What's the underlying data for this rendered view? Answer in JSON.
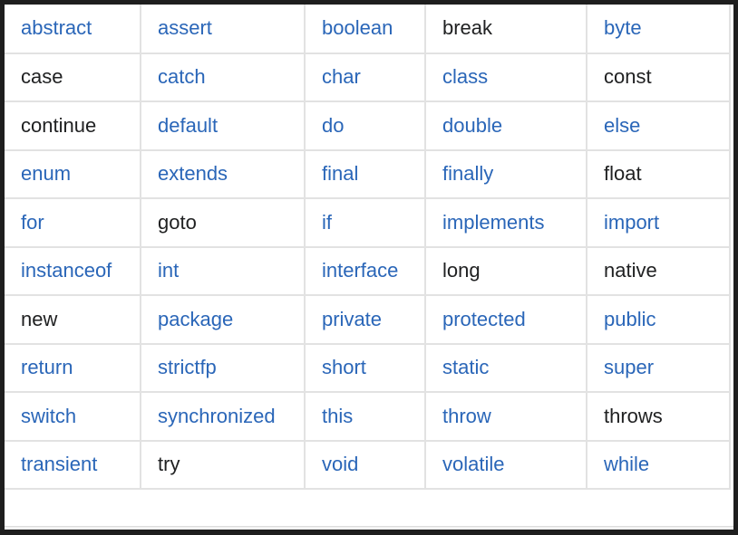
{
  "colors": {
    "link": "#2a66b8",
    "text": "#202122",
    "border": "#e2e2e2",
    "frame": "#1e1e1e"
  },
  "rows": [
    [
      {
        "text": "abstract",
        "link": true
      },
      {
        "text": "assert",
        "link": true
      },
      {
        "text": "boolean",
        "link": true
      },
      {
        "text": "break",
        "link": false
      },
      {
        "text": "byte",
        "link": true
      }
    ],
    [
      {
        "text": "case",
        "link": false
      },
      {
        "text": "catch",
        "link": true
      },
      {
        "text": "char",
        "link": true
      },
      {
        "text": "class",
        "link": true
      },
      {
        "text": "const",
        "link": false
      }
    ],
    [
      {
        "text": "continue",
        "link": false
      },
      {
        "text": "default",
        "link": true
      },
      {
        "text": "do",
        "link": true
      },
      {
        "text": "double",
        "link": true
      },
      {
        "text": "else",
        "link": true
      }
    ],
    [
      {
        "text": "enum",
        "link": true
      },
      {
        "text": "extends",
        "link": true
      },
      {
        "text": "final",
        "link": true
      },
      {
        "text": "finally",
        "link": true
      },
      {
        "text": "float",
        "link": false
      }
    ],
    [
      {
        "text": "for",
        "link": true
      },
      {
        "text": "goto",
        "link": false
      },
      {
        "text": "if",
        "link": true
      },
      {
        "text": "implements",
        "link": true
      },
      {
        "text": "import",
        "link": true
      }
    ],
    [
      {
        "text": "instanceof",
        "link": true
      },
      {
        "text": "int",
        "link": true
      },
      {
        "text": "interface",
        "link": true
      },
      {
        "text": "long",
        "link": false
      },
      {
        "text": "native",
        "link": false
      }
    ],
    [
      {
        "text": "new",
        "link": false
      },
      {
        "text": "package",
        "link": true
      },
      {
        "text": "private",
        "link": true
      },
      {
        "text": "protected",
        "link": true
      },
      {
        "text": "public",
        "link": true
      }
    ],
    [
      {
        "text": "return",
        "link": true
      },
      {
        "text": "strictfp",
        "link": true
      },
      {
        "text": "short",
        "link": true
      },
      {
        "text": "static",
        "link": true
      },
      {
        "text": "super",
        "link": true
      }
    ],
    [
      {
        "text": "switch",
        "link": true
      },
      {
        "text": "synchronized",
        "link": true
      },
      {
        "text": "this",
        "link": true
      },
      {
        "text": "throw",
        "link": true
      },
      {
        "text": "throws",
        "link": false
      }
    ],
    [
      {
        "text": "transient",
        "link": true
      },
      {
        "text": "try",
        "link": false
      },
      {
        "text": "void",
        "link": true
      },
      {
        "text": "volatile",
        "link": true
      },
      {
        "text": "while",
        "link": true
      }
    ]
  ]
}
